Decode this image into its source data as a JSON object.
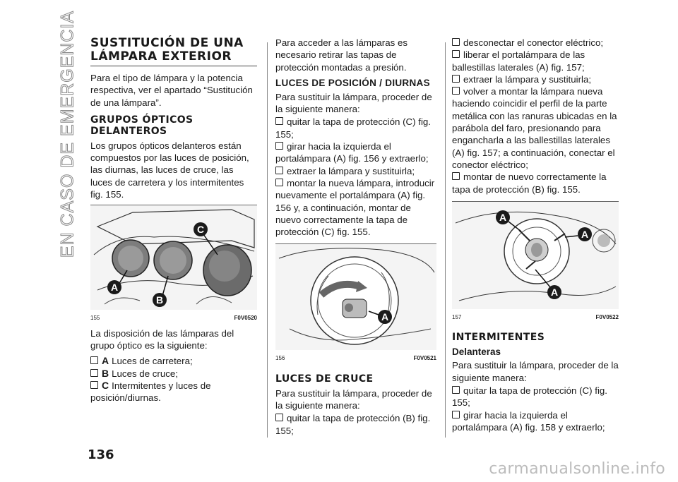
{
  "side_title": "EN CASO DE EMERGENCIA",
  "page_number": "136",
  "watermark": "carmanualsonline.info",
  "col1": {
    "heading": "SUSTITUCIÓN DE UNA LÁMPARA EXTERIOR",
    "intro": "Para el tipo de lámpara y la potencia respectiva, ver el apartado “Sustitución de una lámpara”.",
    "subheading": "GRUPOS ÓPTICOS DELANTEROS",
    "body": "Los grupos ópticos delanteros están compuestos por las luces de posición, las diurnas, las luces de cruce, las luces de carretera y los intermitentes fig. 155.",
    "figure": {
      "number": "155",
      "code": "F0V0520",
      "labels": [
        "A",
        "B",
        "C"
      ]
    },
    "after_fig": "La disposición de las lámparas del grupo óptico es la siguiente:",
    "items": [
      {
        "letter": "A",
        "text": "Luces de carretera;"
      },
      {
        "letter": "B",
        "text": "Luces de cruce;"
      },
      {
        "letter": "C",
        "text": "Intermitentes y luces de posición/diurnas."
      }
    ]
  },
  "col2": {
    "intro": "Para acceder a las lámparas es necesario retirar las tapas de protección montadas a presión.",
    "heading": "LUCES DE POSICIÓN / DIURNAS",
    "lead": "Para sustituir la lámpara, proceder de la siguiente manera:",
    "steps": [
      "quitar la tapa de protección (C) fig. 155;",
      "girar hacia la izquierda el portalámpara (A) fig. 156 y extraerlo;",
      "extraer la lámpara y sustituirla;",
      "montar la nueva lámpara, introducir nuevamente el portalámpara (A) fig. 156 y, a continuación, montar de nuevo correctamente la tapa de protección (C) fig. 155."
    ],
    "figure": {
      "number": "156",
      "code": "F0V0521",
      "labels": [
        "A"
      ]
    },
    "heading2": "LUCES DE CRUCE",
    "lead2": "Para sustituir la lámpara, proceder de la siguiente manera:",
    "steps2": [
      "quitar la tapa de protección (B) fig. 155;"
    ]
  },
  "col3": {
    "steps": [
      "desconectar el conector eléctrico;",
      "liberar el portalámpara de las ballestillas laterales (A) fig. 157;",
      "extraer la lámpara y sustituirla;",
      "volver a montar la lámpara nueva haciendo coincidir el perfil de la parte metálica con las ranuras ubicadas en la parábola del faro, presionando para engancharla a las ballestillas laterales (A) fig. 157; a continuación, conectar el conector eléctrico;",
      "montar de nuevo correctamente la tapa de protección (B) fig. 155."
    ],
    "figure": {
      "number": "157",
      "code": "F0V0522",
      "labels": [
        "A",
        "A",
        "A"
      ]
    },
    "heading": "INTERMITENTES",
    "subheading": "Delanteras",
    "lead": "Para sustituir la lámpara, proceder de la siguiente manera:",
    "steps2": [
      "quitar la tapa de protección (C) fig. 155;",
      "girar hacia la izquierda el portalámpara (A) fig. 158 y extraerlo;"
    ]
  }
}
